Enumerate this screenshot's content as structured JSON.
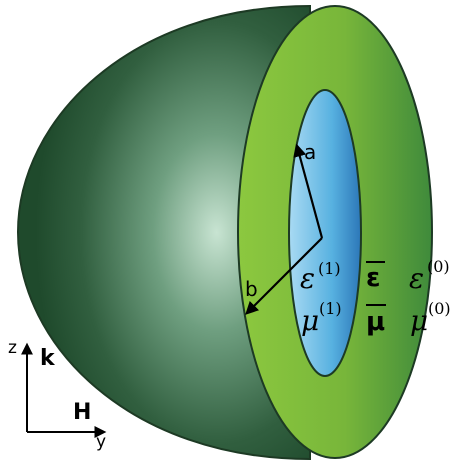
{
  "labels": {
    "a": "a",
    "b": "b",
    "eps1": "ε",
    "eps1_sup": "(1)",
    "mu1": "μ",
    "mu1_sup": "(1)",
    "eps_bar": "ε",
    "mu_bar": "μ",
    "eps0": "ε",
    "eps0_sup": "(0)",
    "mu0": "μ",
    "mu0_sup": "(0)"
  },
  "axes": {
    "z": "z",
    "y": "y",
    "k": "k",
    "H": "H"
  },
  "colors": {
    "outer_shell": "#2f6b3e",
    "coating": "#7ab83a",
    "core": "#4aa8d8"
  }
}
